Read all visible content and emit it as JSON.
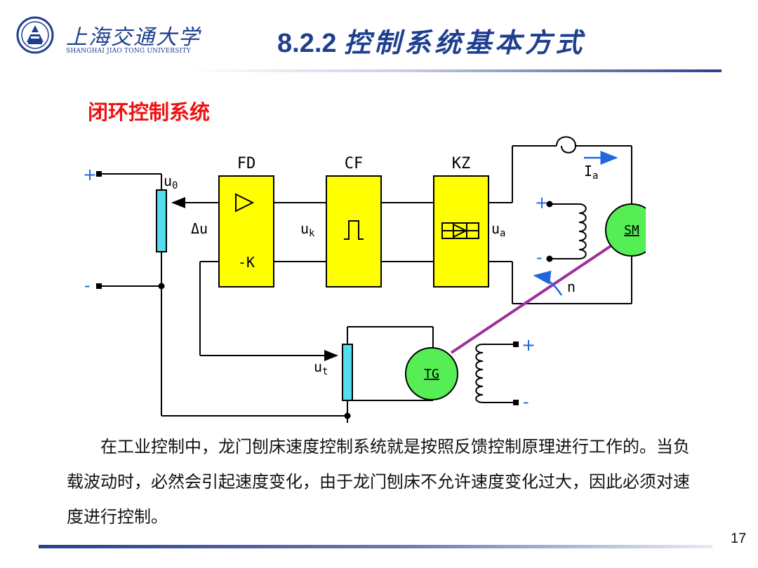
{
  "header": {
    "university_cn": "上海交通大学",
    "university_en": "SHANGHAI JIAO TONG UNIVERSITY",
    "title_number": "8.2.2",
    "title_text": "控制系统基本方式"
  },
  "section_title": "闭环控制系统",
  "diagram": {
    "blocks": {
      "fd": {
        "name": "FD",
        "bottom_label": "-K"
      },
      "cf": {
        "name": "CF"
      },
      "kz": {
        "name": "KZ"
      }
    },
    "motors": {
      "sm": "SM",
      "tg": "TG"
    },
    "signals": {
      "u0": "u",
      "u0_sub": "0",
      "delta_u": "Δu",
      "uk": "u",
      "uk_sub": "k",
      "ua": "u",
      "ua_sub": "a",
      "ut": "u",
      "ut_sub": "t",
      "ia": "I",
      "ia_sub": "a",
      "n": "n"
    },
    "terminals": {
      "plus": "+",
      "minus": "-"
    },
    "colors": {
      "block_fill": "#ffff00",
      "motor_fill": "#55ee55",
      "pot_fill": "#55ddee",
      "shaft": "#993399",
      "arrow_blue": "#2266dd"
    }
  },
  "body_text": "在工业控制中，龙门刨床速度控制系统就是按照反馈控制原理进行工作的。当负载波动时，必然会引起速度变化，由于龙门刨床不允许速度变化过大，因此必须对速度进行控制。",
  "page_number": "17"
}
